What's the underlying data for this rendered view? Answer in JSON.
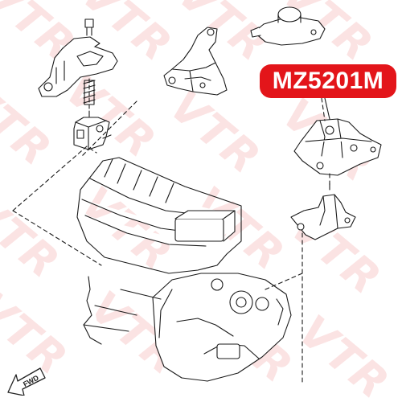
{
  "watermark": {
    "text": "VTR",
    "color": "#e12828"
  },
  "part_badge": {
    "label": "MZ5201M",
    "background": "#e3151a",
    "text_color": "#ffffff"
  },
  "forward_arrow": {
    "label": "FWD",
    "icon": "forward-arrow-icon"
  },
  "components": [
    {
      "name": "right-engine-mount",
      "icon": "engine-mount-icon"
    },
    {
      "name": "rear-engine-mount",
      "icon": "rubber-mount-icon"
    },
    {
      "name": "mount-bracket",
      "icon": "bracket-icon"
    },
    {
      "name": "transmission-mount",
      "icon": "transmission-mount-icon"
    },
    {
      "name": "transmission-mount-bracket",
      "icon": "bracket-icon"
    },
    {
      "name": "engine-block",
      "icon": "engine-icon"
    },
    {
      "name": "gearbox",
      "icon": "gearbox-icon"
    }
  ]
}
